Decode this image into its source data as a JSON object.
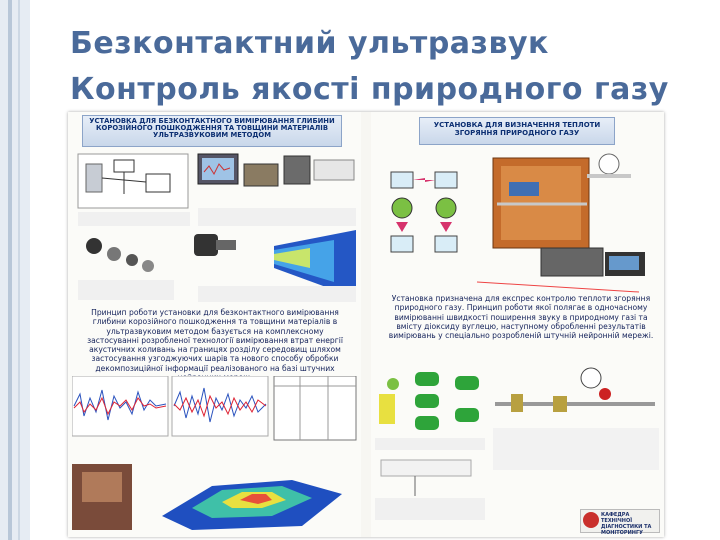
{
  "slide": {
    "title_line1": "Безконтактний ультразвук",
    "title_line2": "Контроль якості природного газу"
  },
  "left_panel": {
    "banner": "Установка для безконтактного вимірювання глибини корозійного пошкодження та товщини матеріалів ультразвуковим методом",
    "principle": "Принцип роботи установки для безконтактного вимірювання глибини корозійного пошкодження та товщини матеріалів в ультразвуковим методом базується на комплексному застосуванні розробленої технології вимірювання втрат енергії акустичних коливань на границях розділу середовищ шляхом застосування узгоджуючих шарів та нового способу обробки декомпозиційної інформації реалізованого на базі штучних нейронних мереж."
  },
  "right_panel": {
    "banner": "Установка для визначення теплоти згоряння природного газу",
    "principle": "Установка призначена для експрес контролю теплоти згоряння природного газу. Принцип роботи якої полягає в одночасному вимірюванні швидкості поширення звуку в природному газі та вмісту діоксиду вуглецю, наступному обробленні результатів вимірювань у спеціально розробленій штучній нейронній мережі.",
    "logo_text": "Кафедра технічної діагностики та моніторингу"
  },
  "colors": {
    "title": "#4a6a9a",
    "banner_text": "#0c2f72",
    "paragraph_text": "#14225a"
  }
}
